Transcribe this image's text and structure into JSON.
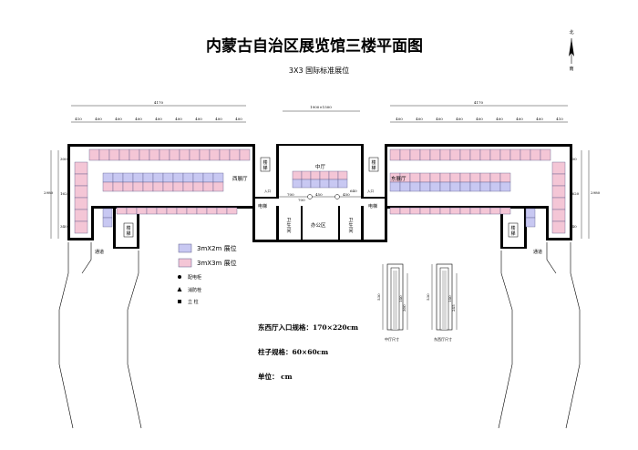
{
  "title": "内蒙古自治区展览馆三楼平面图",
  "subtitle": "3X3 国际标准展位",
  "compass": {
    "north": "北",
    "south": "南"
  },
  "rooms": {
    "west_hall": "西展厅",
    "east_hall": "东展厅",
    "middle_hall": "中厅",
    "office": "办公区",
    "restroom": "卫生间",
    "elevator": "电梯",
    "stairs": "楼梯",
    "passage": "通道",
    "entrance": "入口"
  },
  "legend": {
    "booth_3x2": "3mX2m 展位",
    "booth_3x3": "3mX3m 展位",
    "power_box": "配电柜",
    "hydrant": "消防栓",
    "column": "立  柱"
  },
  "notes": {
    "entrance_spec": "东西厅入口规格：170×220cm",
    "column_spec": "柱子规格：60×60cm",
    "unit": "单位： cm"
  },
  "elevations": {
    "middle_label": "中厅尺寸",
    "east_west_label": "东西厅尺寸",
    "middle_dims": [
      "530",
      "300",
      "140"
    ],
    "east_west_dims": [
      "530",
      "245",
      "140"
    ]
  },
  "dimensions": {
    "top_left_total": "4170",
    "top_right_total": "4170",
    "top_middle": "1900×1500",
    "top_left_segments": [
      "410",
      "400",
      "400",
      "400",
      "400",
      "400",
      "400",
      "400",
      "400"
    ],
    "top_right_segments": [
      "400",
      "400",
      "400",
      "400",
      "400",
      "400",
      "400",
      "400",
      "410"
    ],
    "left_side": [
      "300",
      "1620",
      "340"
    ],
    "left_total": "2980",
    "right_side": [
      "300",
      "1620",
      "340"
    ],
    "right_total": "2980",
    "middle_small": [
      "700",
      "450",
      "450",
      "700"
    ],
    "entrance_width": "640"
  },
  "colors": {
    "booth_pink": "#f4c6d6",
    "booth_blue": "#c8c8f2",
    "booth_stroke": "#5a5a8a",
    "wall": "#000000"
  }
}
